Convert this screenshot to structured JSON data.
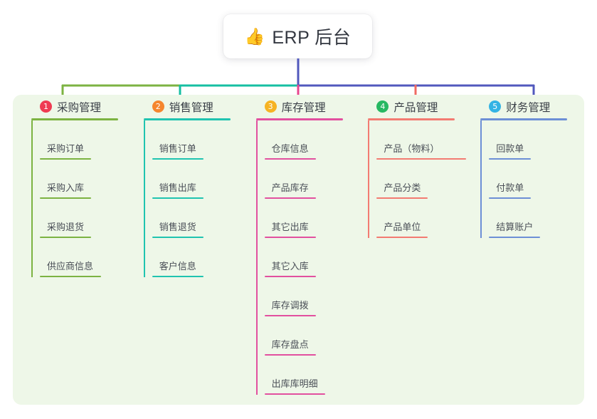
{
  "root": {
    "icon": "thumbs-up-icon",
    "icon_glyph": "👍",
    "title": "ERP 后台"
  },
  "colors": {
    "panel_bg": "#eef7e8",
    "card_bg": "#ffffff",
    "text": "#3a3f47",
    "connector_green": "#7cb342",
    "connector_teal": "#16bfa2",
    "connector_blue": "#5158bd",
    "connector_pink": "#e8468f",
    "connector_red": "#f06a62"
  },
  "columns": [
    {
      "number": "1",
      "title": "采购管理",
      "badge_color": "#ef3b52",
      "line_color": "#7cb342",
      "items": [
        {
          "label": "采购订单"
        },
        {
          "label": "采购入库"
        },
        {
          "label": "采购退货"
        },
        {
          "label": "供应商信息"
        }
      ]
    },
    {
      "number": "2",
      "title": "销售管理",
      "badge_color": "#f5862e",
      "line_color": "#20c4b0",
      "items": [
        {
          "label": "销售订单"
        },
        {
          "label": "销售出库"
        },
        {
          "label": "销售退货"
        },
        {
          "label": "客户信息"
        }
      ]
    },
    {
      "number": "3",
      "title": "库存管理",
      "badge_color": "#f6b323",
      "line_color": "#e2509f",
      "items": [
        {
          "label": "仓库信息"
        },
        {
          "label": "产品库存"
        },
        {
          "label": "其它出库"
        },
        {
          "label": "其它入库"
        },
        {
          "label": "库存调拨"
        },
        {
          "label": "库存盘点"
        },
        {
          "label": "出库库明细"
        }
      ]
    },
    {
      "number": "4",
      "title": "产品管理",
      "badge_color": "#27b862",
      "line_color": "#f37b72",
      "items": [
        {
          "label": "产品（物料）"
        },
        {
          "label": "产品分类"
        },
        {
          "label": "产品单位"
        }
      ]
    },
    {
      "number": "5",
      "title": "财务管理",
      "badge_color": "#34b3e4",
      "line_color": "#6d8fd6",
      "items": [
        {
          "label": "回款单"
        },
        {
          "label": "付款单"
        },
        {
          "label": "结算账户"
        }
      ]
    }
  ]
}
